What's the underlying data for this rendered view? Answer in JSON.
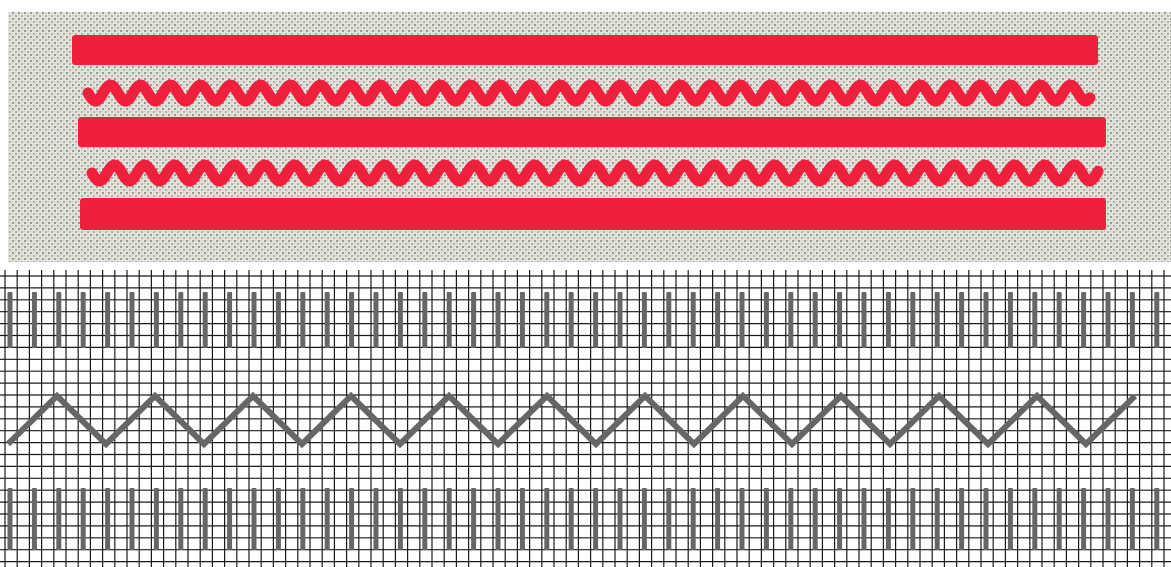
{
  "figure": {
    "sample": {
      "fabric_color": "#dcdcd4",
      "thread_color": "#f0203c",
      "motifs": [
        "straight-band",
        "wave-band",
        "straight-band",
        "wave-band",
        "straight-band"
      ]
    },
    "chart": {
      "grid_color": "#1a1a1a",
      "stitch_color": "#666666",
      "rows": [
        "vertical-stitch-row",
        "zigzag-row",
        "vertical-stitch-row"
      ]
    }
  }
}
